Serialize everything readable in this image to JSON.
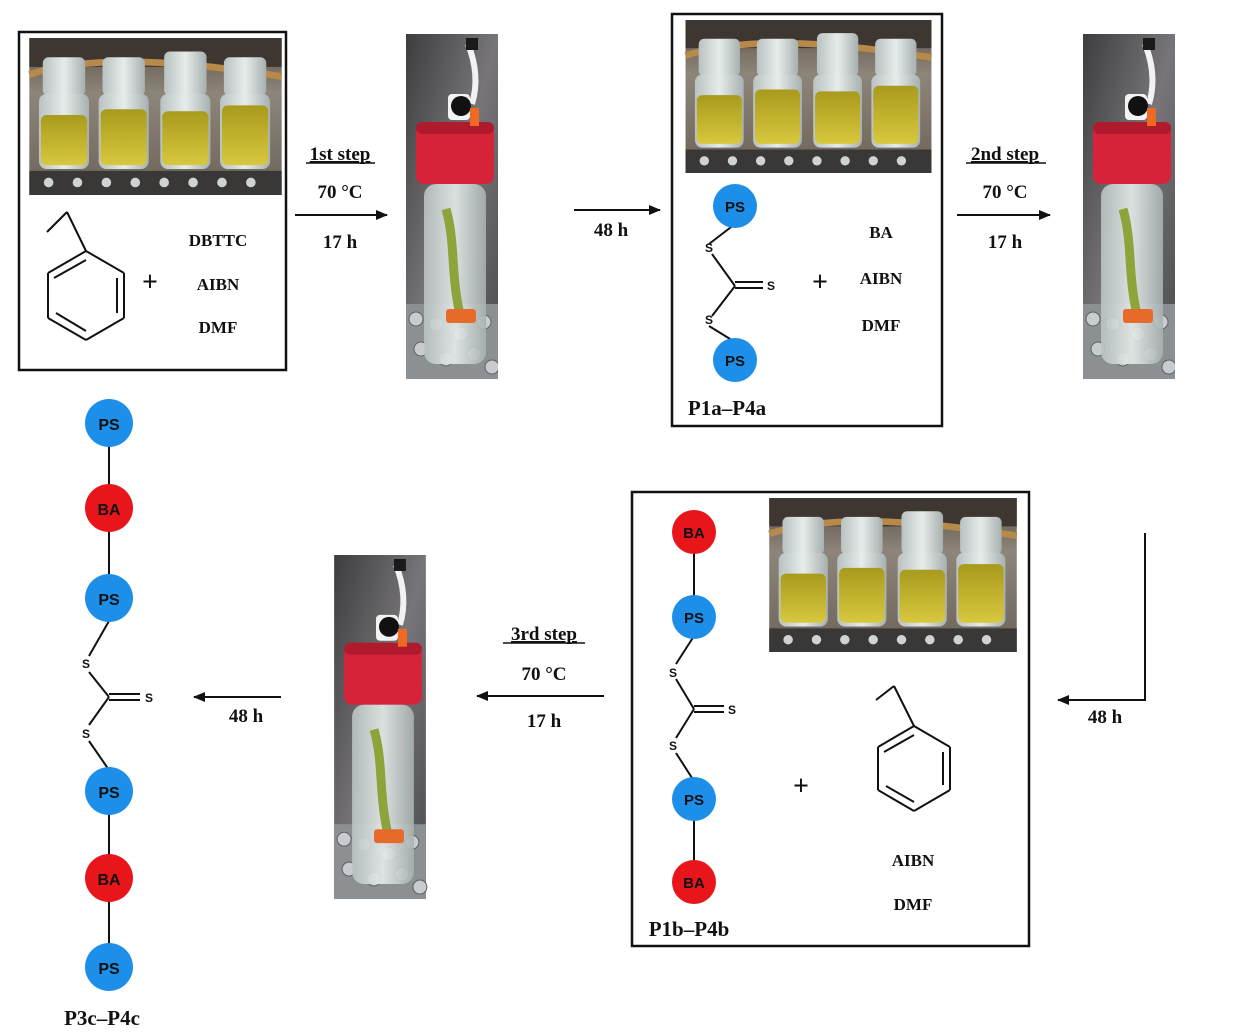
{
  "photos": {
    "vials_label": "vial-array-photo",
    "bottle_label": "reactor-bottle-photo"
  },
  "reagents_step1": [
    "DBTTC",
    "AIBN",
    "DMF"
  ],
  "reagents_step2": [
    "BA",
    "AIBN",
    "DMF"
  ],
  "reagents_step3": [
    "AIBN",
    "DMF"
  ],
  "steps": {
    "step1": {
      "label": "1st step",
      "temp": "70 °C",
      "time": "17 h"
    },
    "step2": {
      "label": "2nd step",
      "temp": "70 °C",
      "time": "17 h"
    },
    "step3": {
      "label": "3rd step",
      "temp": "70 °C",
      "time": "17 h"
    }
  },
  "wait_labels": {
    "after_step1": "48 h",
    "after_step2": "48 h",
    "after_step3": "48 h"
  },
  "products": {
    "a": "P1a–P4a",
    "b": "P1b–P4b",
    "c": "P3c–P4c"
  },
  "plus": "+",
  "atoms": {
    "S": "S"
  },
  "blocks": {
    "PS": "PS",
    "BA": "BA"
  },
  "colors": {
    "PS": "#1e8fe8",
    "BA": "#e8161b",
    "cap": "#d7233a",
    "liquid": "#c8b52a"
  }
}
